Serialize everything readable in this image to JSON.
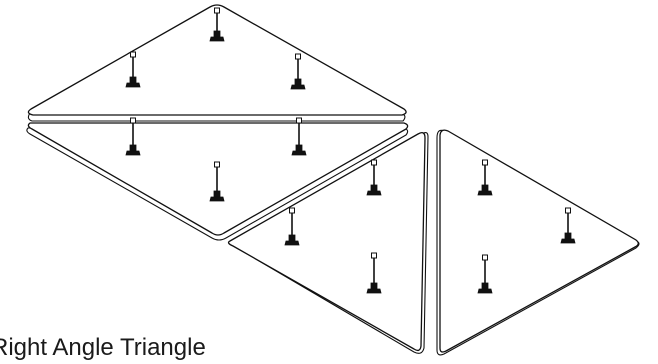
{
  "caption": "Right Angle Triangle",
  "colors": {
    "line": "#111111",
    "panel": "#ffffff",
    "text": "#1a1a1a"
  },
  "panels": [
    {
      "name": "top-triangle-panel",
      "mount_count": 3
    },
    {
      "name": "middle-triangle-panel",
      "mount_count": 3
    },
    {
      "name": "front-triangle-panel",
      "mount_count": 3
    },
    {
      "name": "right-triangle-panel",
      "mount_count": 3
    }
  ]
}
